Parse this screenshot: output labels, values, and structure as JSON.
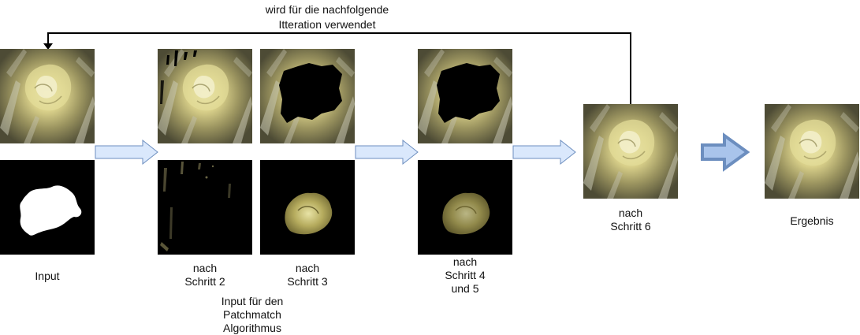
{
  "feedback_label": "wird für die nachfolgende\nItteration verwendet",
  "labels": {
    "input": "Input",
    "after_step2": "nach\nSchritt 2",
    "after_step3": "nach\nSchritt 3",
    "patchmatch_input": "Input für den\nPatchmatch\nAlgorithmus",
    "after_step45": "nach\nSchritt 4\nund 5",
    "after_step6": "nach\nSchritt 6",
    "result": "Ergebnis"
  },
  "colors": {
    "flow_arrow_fill": "#dae8fc",
    "flow_arrow_stroke": "#6c8ebf",
    "result_arrow_fill": "#a9c4eb",
    "result_arrow_stroke": "#6c8ebf",
    "feedback_line": "#000000"
  },
  "icons": {
    "flow_arrow": "block-arrow-right-icon",
    "feedback_arrow": "arrow-down-icon"
  }
}
